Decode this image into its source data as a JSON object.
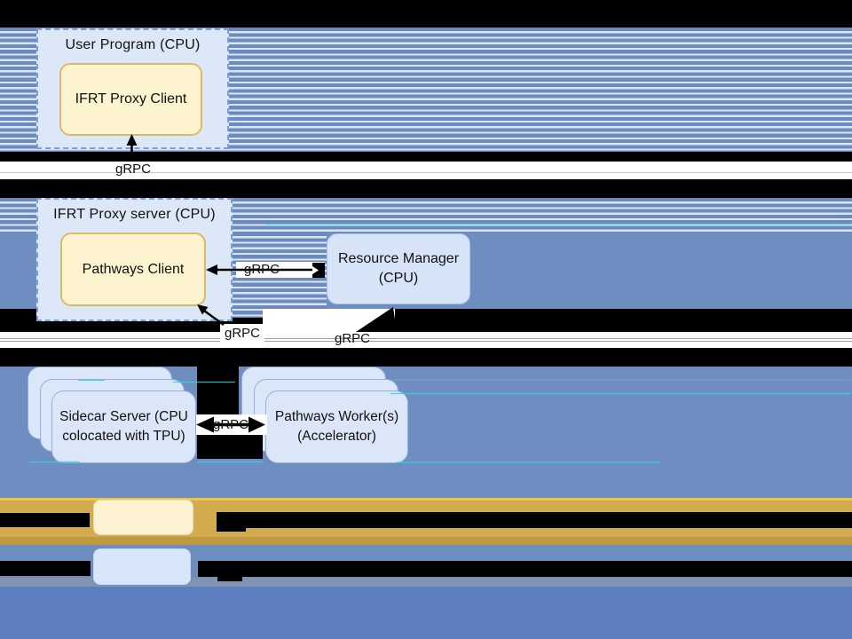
{
  "diagram": {
    "user_program": {
      "title": "User Program (CPU)",
      "client_label": "IFRT Proxy Client"
    },
    "proxy_server": {
      "title": "IFRT Proxy server (CPU)",
      "client_label": "Pathways Client"
    },
    "resource_manager": {
      "line1": "Resource Manager",
      "line2": "(CPU)"
    },
    "sidecar_stack": {
      "line1": "Sidecar Server (CPU",
      "line2": "colocated with TPU)"
    },
    "worker_stack": {
      "line1": "Pathways Worker(s)",
      "line2": "(Accelerator)"
    },
    "connections": {
      "user_to_proxy": "gRPC",
      "client_to_rm": "gRPC",
      "server_to_sidecar": "gRPC",
      "rm_to_worker": "gRPC",
      "sidecar_to_worker": "gRPC"
    }
  },
  "colors": {
    "stripe_blue": "#6c8abe",
    "stripe_light": "#d8e5f5",
    "panel_blue": "#6e8ec2",
    "bottom_blue": "#5d7ec1",
    "gold_band": "#d2ab4f",
    "panel_fill": "#dce8f8",
    "panel_dashed_border": "#7e9ed4",
    "yellow_box_fill": "#fdf3cf",
    "yellow_box_border": "#d9ba6c",
    "stack_box_fill": "#dbe7f8",
    "stack_box_border": "#94aed6",
    "arrow": "#000000",
    "cyan_artifact": "#35d1dd"
  }
}
